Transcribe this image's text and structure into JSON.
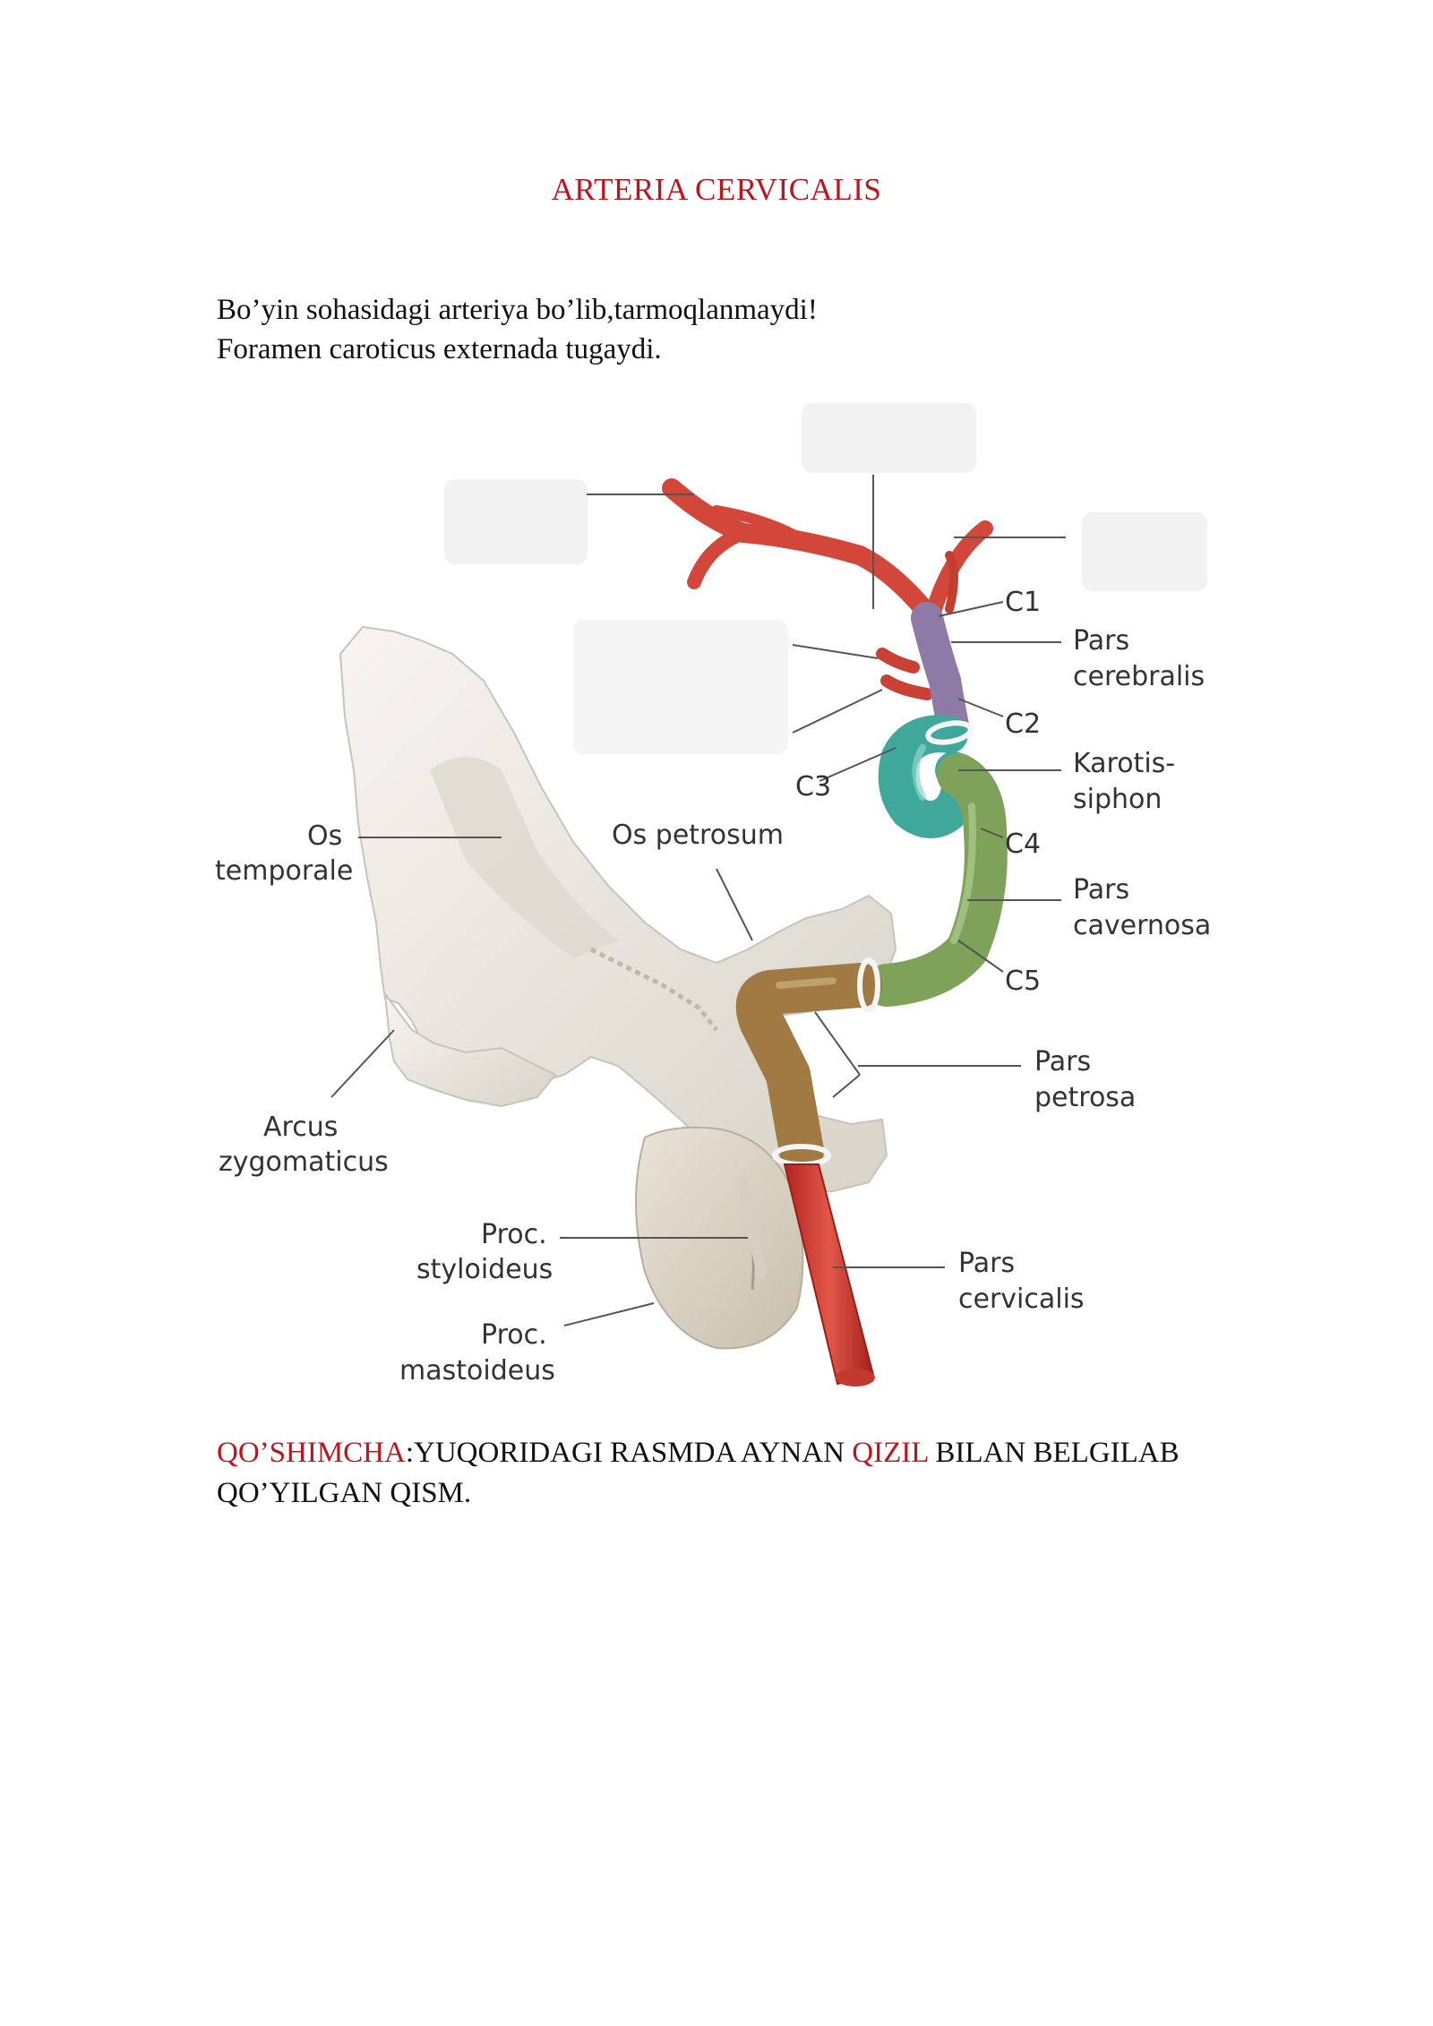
{
  "title": "ARTERIA CERVICALIS",
  "intro": {
    "line1": "Bo’yin sohasidagi arteriya bo’lib,tarmoqlanmaydi!",
    "line2": "Foramen caroticus externada tugaydi."
  },
  "figure_labels": {
    "c1": "C1",
    "pars_cerebralis_1": "Pars",
    "pars_cerebralis_2": "cerebralis",
    "c2": "C2",
    "karotis_1": "Karotis-",
    "karotis_2": "siphon",
    "c3": "C3",
    "c4": "C4",
    "os_petrosum": "Os petrosum",
    "os_temporale_1": "Os",
    "os_temporale_2": "temporale",
    "pars_cavernosa_1": "Pars",
    "pars_cavernosa_2": "cavernosa",
    "c5": "C5",
    "pars_petrosa_1": "Pars",
    "pars_petrosa_2": "petrosa",
    "arcus_1": "Arcus",
    "arcus_2": "zygomaticus",
    "proc_stylo_1": "Proc.",
    "proc_stylo_2": "styloideus",
    "pars_cervicalis_1": "Pars",
    "pars_cervicalis_2": "cervicalis",
    "proc_masto_1": "Proc.",
    "proc_masto_2": "mastoideus"
  },
  "note": {
    "label": "QO’SHIMCHA",
    "text1": ":YUQORIDAGI RASMDA AYNAN ",
    "highlight": "QIZIL",
    "text2": " BILAN BELGILAB QO’YILGAN QISM."
  },
  "colors": {
    "accent_red": "#c0141c",
    "artery_red": "#d2473a",
    "segment_purple": "#8e7aa6",
    "segment_teal": "#3fa89a",
    "segment_green": "#7ea25a",
    "segment_brown": "#a07a42",
    "bone": "#ece8e0"
  }
}
